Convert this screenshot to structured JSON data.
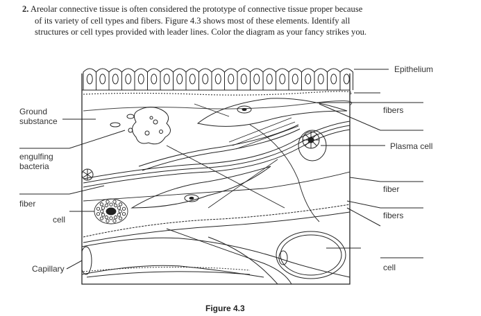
{
  "question": {
    "number": "2.",
    "line1": "Areolar connective tissue is often considered the prototype of connective tissue proper because",
    "line2": "of its variety of cell types and fibers. Figure 4.3 shows most of these elements. Identify all",
    "line3": "structures or cell types provided with leader lines. Color the diagram as your fancy strikes you."
  },
  "labels": {
    "ground_substance_1": "Ground",
    "ground_substance_2": "substance",
    "engulfing_bacteria_1": "engulfing",
    "engulfing_bacteria_2": "bacteria",
    "fiber_left": "fiber",
    "cell_left": "cell",
    "capillary": "Capillary",
    "epithelium": "Epithelium",
    "fibers_top": "fibers",
    "plasma_cell": "Plasma cell",
    "fiber_right": "fiber",
    "fibers_right": "fibers",
    "cell_right": "cell"
  },
  "figure_caption": "Figure 4.3"
}
